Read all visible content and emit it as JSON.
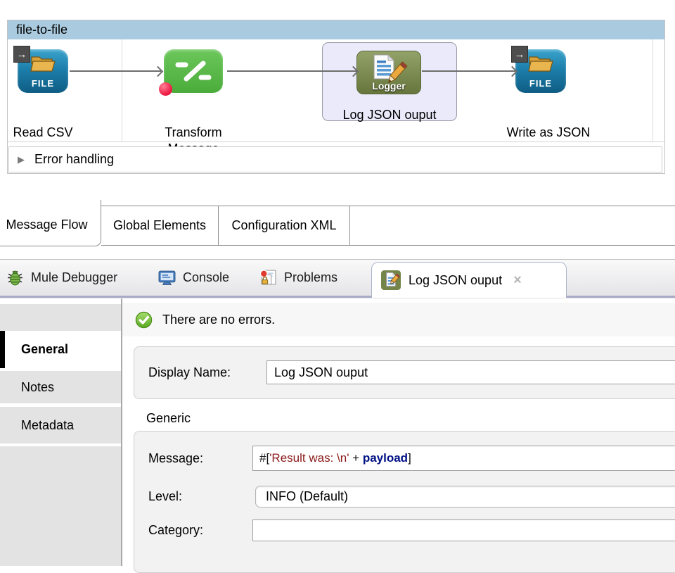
{
  "icons": {
    "badge_arrow": "→",
    "close": "×",
    "collapsed_arrow": "▶",
    "file_label": "FILE",
    "logger_label": "Logger"
  },
  "flow": {
    "title": "file-to-file",
    "components": [
      {
        "label": "Read CSV"
      },
      {
        "label": "Transform Message"
      },
      {
        "label": "Log JSON ouput"
      },
      {
        "label": "Write as JSON"
      }
    ],
    "error_handling": "Error handling"
  },
  "editor_tabs": {
    "tabs": [
      "Message Flow",
      "Global Elements",
      "Configuration XML"
    ],
    "active": "Message Flow"
  },
  "view_tabs": {
    "debugger": "Mule Debugger",
    "console": "Console",
    "problems": "Problems",
    "active_tab": "Log JSON ouput"
  },
  "properties": {
    "sidebar": [
      "General",
      "Notes",
      "Metadata"
    ],
    "status": "There are no errors.",
    "display_name_label": "Display Name:",
    "display_name_value": "Log JSON ouput",
    "generic_title": "Generic",
    "message_label": "Message:",
    "expression": {
      "open": "#[",
      "string": "'Result was: \\n'",
      "operator": " + ",
      "variable": "payload",
      "close": "]"
    },
    "level_label": "Level:",
    "level_value": "INFO (Default)",
    "category_label": "Category:",
    "category_value": ""
  },
  "colors": {
    "flow_header_blue": "#aacbdf",
    "selection_fill": "#eaeafb",
    "file_icon_blue": "#1d7fab",
    "transform_icon_green": "#55b747",
    "logger_icon_olive": "#75854a",
    "string_literal": "#8b1a1a",
    "payload_keyword": "#000f85",
    "tab_bar_border": "#a9aac6"
  }
}
